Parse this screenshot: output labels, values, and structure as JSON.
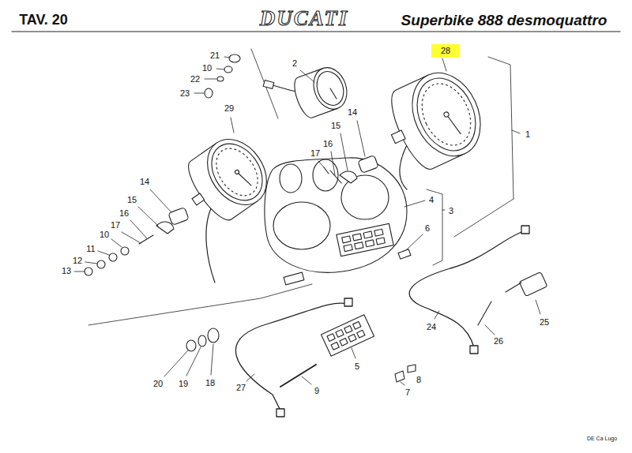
{
  "diagram": {
    "title": "TAV. 20",
    "nodes": [
      {
        "text": [
          "28"
        ]
      }
    ],
    "edges": [],
    "labels": [
      "DUCATI",
      "Superbike 888 desmoquattro",
      "21",
      "10",
      "22",
      "23",
      "2",
      "29",
      "14",
      "15",
      "16",
      "17",
      "1",
      "14",
      "15",
      "16",
      "17",
      "10",
      "11",
      "12",
      "13",
      "4",
      "3",
      "6",
      "24",
      "25",
      "26",
      "20",
      "19",
      "18",
      "27",
      "9",
      "5",
      "7",
      "8",
      "DE Ca Lugo"
    ]
  }
}
